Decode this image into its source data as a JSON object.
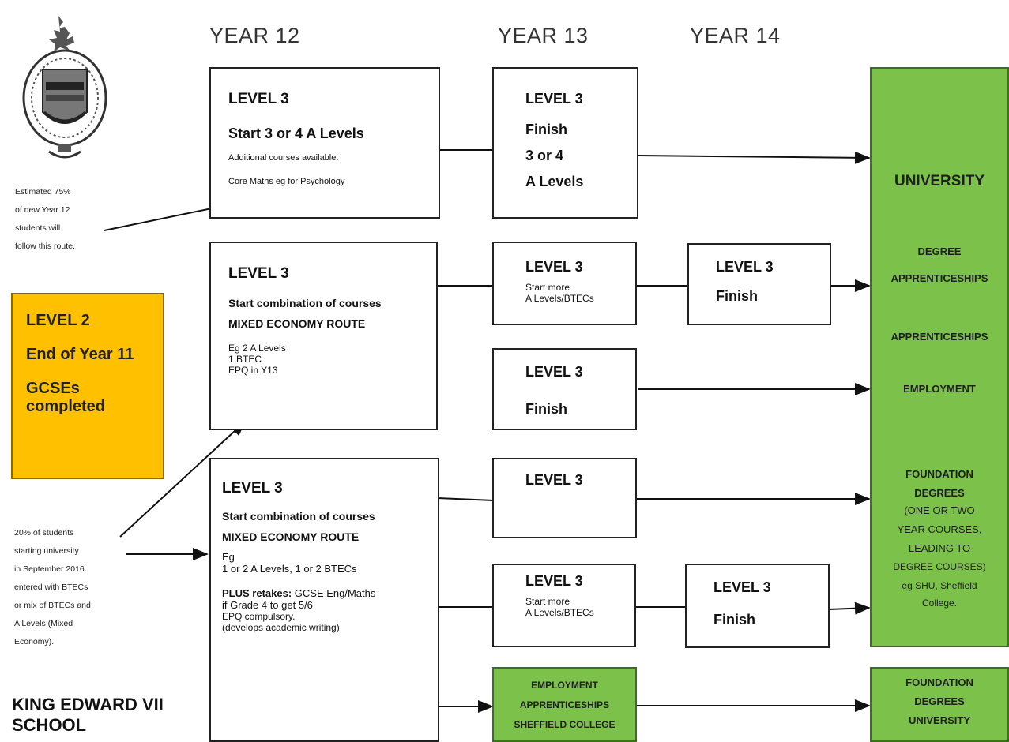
{
  "years": [
    "YEAR 12",
    "YEAR 13",
    "YEAR 14"
  ],
  "left": {
    "note_75": [
      "Estimated 75%",
      "of new Year 12",
      "students will",
      "follow this route."
    ],
    "level2": {
      "title": "LEVEL 2",
      "line1": "End of Year 11",
      "line2": "GCSEs completed"
    },
    "note_20": [
      "20% of students",
      "starting university",
      "in September 2016",
      "entered with BTECs",
      "or mix of BTECs and",
      "A Levels (Mixed",
      "Economy)."
    ],
    "school": [
      "KING EDWARD VII",
      "SCHOOL"
    ]
  },
  "y12": {
    "box1": {
      "title": "LEVEL 3",
      "sub": "Start 3 or 4  A Levels",
      "line1": "Additional courses available:",
      "line2": "Core Maths eg for Psychology"
    },
    "box2": {
      "title": "LEVEL 3",
      "sub": "Start combination of courses",
      "route": "MIXED ECONOMY ROUTE",
      "lines": [
        "Eg 2 A Levels",
        "1 BTEC",
        "EPQ in Y13"
      ]
    },
    "box3": {
      "title": "LEVEL 3",
      "sub": "Start combination of courses",
      "route": "MIXED ECONOMY ROUTE",
      "eg": "Eg",
      "line": "1 or 2 A Levels, 1 or 2 BTECs",
      "retakes_bold": "PLUS retakes:",
      "retakes": " GCSE Eng/Maths",
      "grade": "if Grade 4 to get 5/6",
      "epq": "EPQ compulsory.",
      "dev": "(develops academic writing)"
    }
  },
  "y13": {
    "box1": {
      "title": "LEVEL 3",
      "l1": "Finish",
      "l2": "3 or 4",
      "l3": "A Levels"
    },
    "box2": {
      "title": "LEVEL 3",
      "l1": "Start more",
      "l2": "A Levels/BTECs"
    },
    "box3": {
      "title": "LEVEL 3",
      "l1": "Finish"
    },
    "box4": {
      "title": "LEVEL 3"
    },
    "box5": {
      "title": "LEVEL 3",
      "l1": "Start more",
      "l2": "A Levels/BTECs"
    },
    "green": [
      "EMPLOYMENT",
      "APPRENTICESHIPS",
      "SHEFFIELD COLLEGE"
    ]
  },
  "y14": {
    "box1": {
      "title": "LEVEL 3",
      "l1": "Finish"
    },
    "box2": {
      "title": "LEVEL 3",
      "l1": "Finish"
    }
  },
  "outcomes": {
    "university": "UNIVERSITY",
    "degree_app": [
      "DEGREE",
      "APPRENTICESHIPS"
    ],
    "apprenticeships": "APPRENTICESHIPS",
    "employment": "EMPLOYMENT",
    "foundation": [
      "FOUNDATION",
      "DEGREES",
      "(ONE OR TWO",
      "YEAR COURSES,",
      "LEADING TO",
      "DEGREE COURSES)",
      "eg SHU, Sheffield",
      "College."
    ],
    "bottom": [
      "FOUNDATION",
      "DEGREES",
      "UNIVERSITY"
    ]
  },
  "colors": {
    "level2": "#ffc000",
    "green": "#7cc24a"
  }
}
